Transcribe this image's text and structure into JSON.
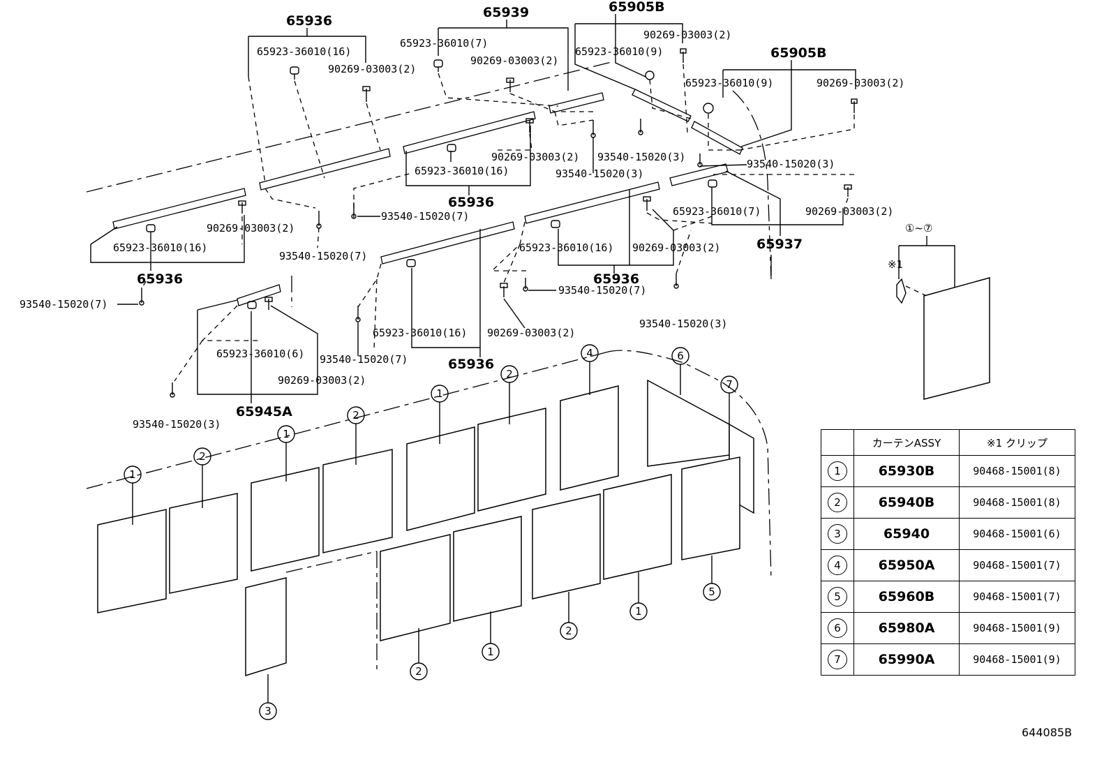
{
  "assemblies": {
    "a1": "65936",
    "a2": "65939",
    "a3": "65905B",
    "a4": "65905B",
    "a5": "65936",
    "a6": "65936",
    "a7": "65937",
    "a8": "65936",
    "a9": "65936",
    "a10": "65945A"
  },
  "parts": {
    "p_clip16_a": "65923-36010(16)",
    "p_clip7_a": "65923-36010(7)",
    "p_clip9_a": "65923-36010(9)",
    "p_clip9_b": "65923-36010(9)",
    "p_clip16_b": "65923-36010(16)",
    "p_clip16_c": "65923-36010(16)",
    "p_clip7_b": "65923-36010(7)",
    "p_clip16_d": "65923-36010(16)",
    "p_clip16_e": "65923-36010(16)",
    "p_clip6": "65923-36010(6)",
    "p_scr2_a": "90269-03003(2)",
    "p_scr2_b": "90269-03003(2)",
    "p_scr2_c": "90269-03003(2)",
    "p_scr2_d": "90269-03003(2)",
    "p_scr2_e": "90269-03003(2)",
    "p_scr2_f": "90269-03003(2)",
    "p_scr2_g": "90269-03003(2)",
    "p_scr2_h": "90269-03003(2)",
    "p_scr2_i": "90269-03003(2)",
    "p_scr2_j": "90269-03003(2)",
    "p_bolt3_a": "93540-15020(3)",
    "p_bolt3_b": "93540-15020(3)",
    "p_bolt3_c": "93540-15020(3)",
    "p_bolt3_d": "93540-15020(3)",
    "p_bolt3_e": "93540-15020(3)",
    "p_bolt7_a": "93540-15020(7)",
    "p_bolt7_b": "93540-15020(7)",
    "p_bolt7_c": "93540-15020(7)",
    "p_bolt7_d": "93540-15020(7)",
    "p_bolt7_e": "93540-15020(7)"
  },
  "range_label": "①~⑦",
  "clip_note": "※1",
  "panel_numbers": {
    "n1": "1",
    "n2": "2",
    "n3": "1",
    "n4": "2",
    "n5": "1",
    "n6": "2",
    "n7": "4",
    "n8": "6",
    "n9": "7",
    "n10": "3",
    "n11": "2",
    "n12": "1",
    "n13": "2",
    "n14": "1",
    "n15": "5"
  },
  "legend": {
    "header_assy": "カーテンASSY",
    "header_clip": "※1 クリップ",
    "rows": [
      {
        "idx": "1",
        "assy": "65930B",
        "clip": "90468-15001(8)"
      },
      {
        "idx": "2",
        "assy": "65940B",
        "clip": "90468-15001(8)"
      },
      {
        "idx": "3",
        "assy": "65940",
        "clip": "90468-15001(6)"
      },
      {
        "idx": "4",
        "assy": "65950A",
        "clip": "90468-15001(7)"
      },
      {
        "idx": "5",
        "assy": "65960B",
        "clip": "90468-15001(7)"
      },
      {
        "idx": "6",
        "assy": "65980A",
        "clip": "90468-15001(9)"
      },
      {
        "idx": "7",
        "assy": "65990A",
        "clip": "90468-15001(9)"
      }
    ]
  },
  "catalog_number": "644085B"
}
